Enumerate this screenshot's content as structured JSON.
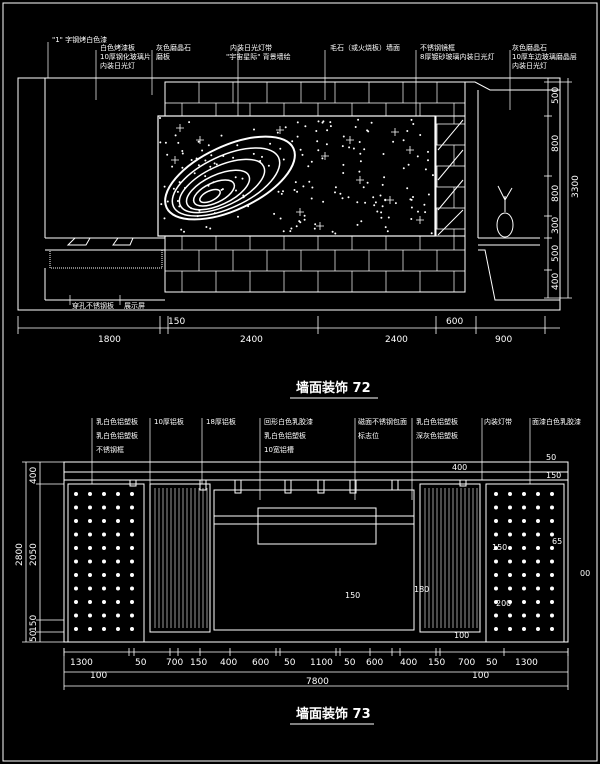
{
  "colors": {
    "background": "#000000",
    "line": "#ffffff",
    "accent": "#ffffff"
  },
  "drawing1": {
    "title": "墙面装饰 72",
    "annotations": [
      "\"1\" 字钢烤白色漆",
      "白色烤漆板",
      "10厚钢化玻璃片",
      "内装日光灯",
      "灰色磨晶石",
      "磨板",
      "内装日光灯带",
      "\"宇宙星际\" 背景墙绘",
      "毛石（或火烧板）墙面",
      "不锈钢镜框",
      "8厚镀砂玻璃内装日光灯",
      "灰色磨晶石",
      "10厚车边玻璃磨晶层",
      "内装日光灯",
      "穿孔不锈钢板",
      "展示屏"
    ],
    "bottom_dims": [
      "1800",
      "150",
      "2400",
      "2400",
      "600",
      "900"
    ],
    "right_dims": [
      "500",
      "800",
      "800",
      "300",
      "500",
      "400"
    ],
    "total_height": "3300"
  },
  "drawing2": {
    "title": "墙面装饰 73",
    "annotations": [
      "乳白色铝塑板",
      "乳白色铝塑板",
      "不锈钢框",
      "10厚铝板",
      "18厚铝板",
      "回形白色乳胶漆",
      "乳白色铝塑板",
      "10宽铝槽",
      "磁面不锈钢包面",
      "标志位",
      "乳白色铝塑板",
      "深灰色铝塑板",
      "内装灯带",
      "面漆白色乳胶漆"
    ],
    "bottom_dims": [
      "1300",
      "50",
      "700",
      "150",
      "400",
      "600",
      "50",
      "1100",
      "50",
      "600",
      "400",
      "150",
      "700",
      "50",
      "1300"
    ],
    "sub_dims": [
      "100",
      "100"
    ],
    "total_width": "7800",
    "left_dims": [
      "400",
      "2050",
      "2800",
      "150",
      "50"
    ],
    "inner_dims": [
      "400",
      "50",
      "150",
      "150",
      "65",
      "00",
      "150",
      "180",
      "200",
      "100"
    ]
  }
}
